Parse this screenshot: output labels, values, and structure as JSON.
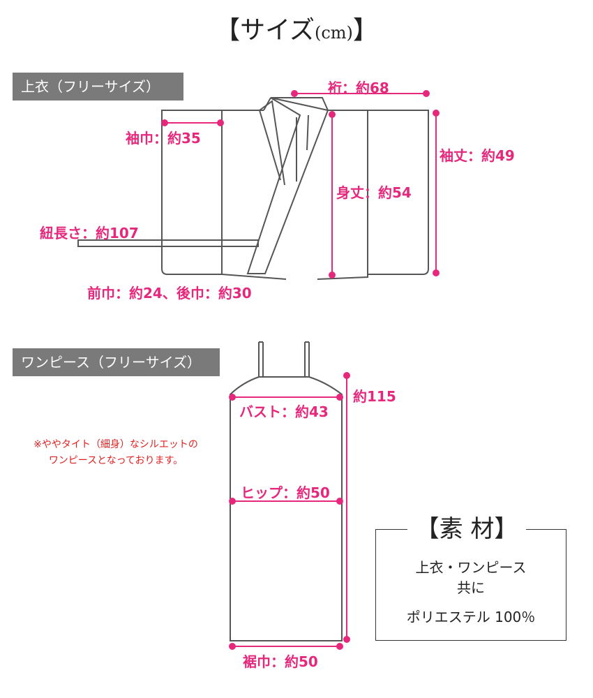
{
  "header": {
    "title_prefix": "【サイズ",
    "title_unit": "(cm)",
    "title_suffix": "】"
  },
  "top_section": {
    "label": "上衣（フリーサイズ）",
    "measurements": {
      "sleeve_length_total": "裄：約68",
      "sleeve_width": "袖巾：約35",
      "sleeve_height": "袖丈：約49",
      "body_length": "身丈：約54",
      "tie_length": "紐長さ：約107",
      "front_back_width": "前巾：約24、後巾：約30"
    }
  },
  "dress_section": {
    "label": "ワンピース（フリーサイズ）",
    "measurements": {
      "length": "約115",
      "bust": "バスト：約43",
      "hip": "ヒップ：約50",
      "hem": "裾巾：約50"
    },
    "note_lines": [
      "※ややタイト（細身）なシルエットの",
      "ワンピースとなっております。"
    ]
  },
  "material": {
    "title": "【素 材】",
    "lines": [
      "上衣・ワンピース",
      "共に",
      "ポリエステル 100％"
    ]
  },
  "colors": {
    "accent_pink": "#e6287d",
    "note_red": "#e02020",
    "section_gray": "#7a7a7a",
    "outline": "#555555"
  }
}
